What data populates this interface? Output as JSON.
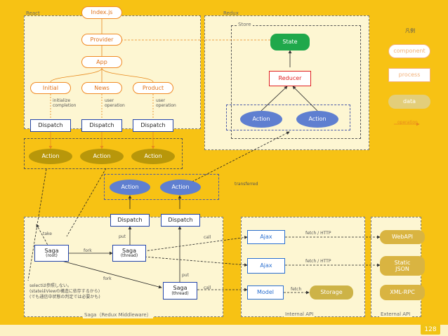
{
  "panels": {
    "react": "React",
    "redux": "Redux",
    "store": "Store",
    "saga": "Saga（Redux Middleware）",
    "internal_api": "Internal API",
    "external_api": "External API"
  },
  "legend": {
    "title": "凡例",
    "component": "component",
    "process": "process",
    "data": "data",
    "operation": "operation"
  },
  "react": {
    "index": "Index.js",
    "provider": "Provider",
    "app": "App",
    "initial": "Initial",
    "news": "News",
    "product": "Product",
    "note_initial": [
      "initialize",
      "completion"
    ],
    "note_news": [
      "user",
      "operation"
    ],
    "note_product": [
      "user",
      "operation"
    ],
    "dispatch1": "Dispatch",
    "dispatch2": "Dispatch",
    "dispatch3": "Dispatch",
    "action1": "Action",
    "action2": "Action",
    "action3": "Action"
  },
  "redux": {
    "state": "State",
    "reducer": "Reducer",
    "action1": "Action",
    "action2": "Action"
  },
  "middle": {
    "action1": "Action",
    "action2": "Action",
    "transferred": "transferred",
    "dispatch1": "Dispatch",
    "dispatch2": "Dispatch"
  },
  "saga": {
    "root": "Saga",
    "root_sub": "(root)",
    "thread1": "Saga",
    "thread1_sub": "(thread)",
    "thread2": "Saga",
    "thread2_sub": "(thread)",
    "take": "take",
    "fork1": "fork",
    "fork2": "fork",
    "put1": "put",
    "put2": "put",
    "call1": "call",
    "call2": "call",
    "note": [
      "selectは参照しない。",
      "(stateはViewの構造に依存するから)",
      "(でも通信中状態の判定では必要かも)"
    ]
  },
  "api": {
    "ajax1": "Ajax",
    "ajax2": "Ajax",
    "model": "Model",
    "fetch1": "fetch / HTTP",
    "fetch2": "fetch / HTTP",
    "fetch3": "fetch",
    "storage": "Storage"
  },
  "external": {
    "webapi": "WebAPI",
    "static": [
      "Static",
      "JSON"
    ],
    "xmlrpc": "XML-RPC"
  },
  "page_number": "128"
}
